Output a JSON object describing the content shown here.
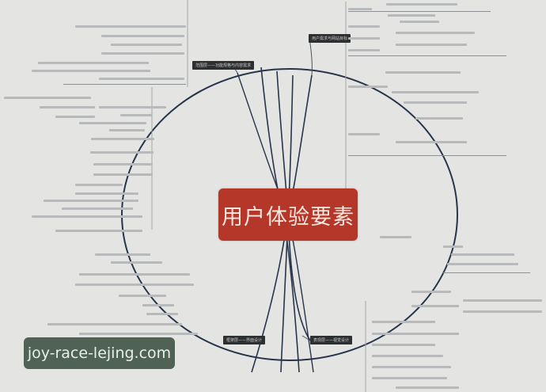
{
  "diagram": {
    "type": "mind-map",
    "central_node": {
      "label": "用户体验要素",
      "color": "#b5372a",
      "text_color": "#f6e8df"
    },
    "branches": [
      {
        "id": "top-right",
        "label": "用户需求与网站目标"
      },
      {
        "id": "top-left",
        "label": "范围层——功能规格与内容需求"
      },
      {
        "id": "bottom-right",
        "label": "表现层——视觉设计"
      },
      {
        "id": "bottom-left",
        "label": "框架层——界面设计"
      }
    ],
    "background_color": "#e4e5e3",
    "connector_color": "#27344a"
  },
  "watermark": {
    "text": "joy-race-lejing.com"
  }
}
